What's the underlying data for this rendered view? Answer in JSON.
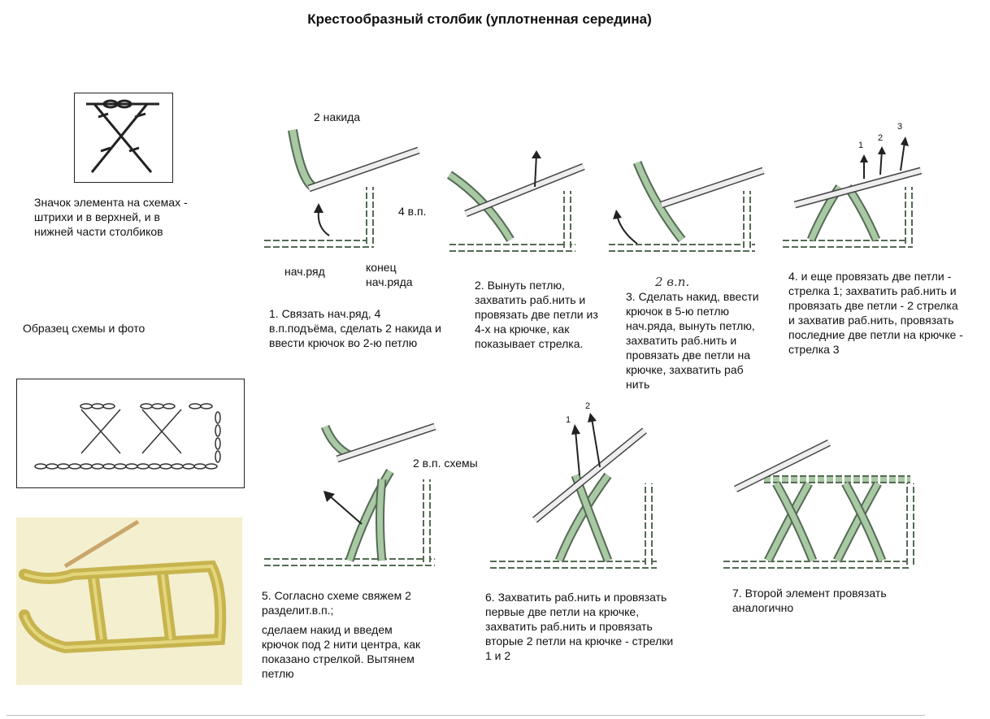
{
  "title": "Крестообразный столбик (уплотненная середина)",
  "symbol_caption": "Значок элемента на схемах -\nштрихи и в верхней, и в\nнижней части столбиков",
  "sample_caption": "Образец схемы и фото",
  "steps": [
    {
      "caption": "1. Связать нач.ряд, 4\nв.п.подъёма, сделать 2 накида и\nввести крючок во 2-ю петлю",
      "labels": {
        "yarn_overs": "2 накида",
        "chains": "4 в.п.",
        "start_row": "нач.ряд",
        "end_start_row": "конец\nнач.ряда"
      }
    },
    {
      "caption": "2. Вынуть петлю,\nзахватить раб.нить и\nпровязать две петли из\n4-х на крючке, как\nпоказывает стрелка."
    },
    {
      "caption": "3. Сделать накид, ввести\nкрючок в 5-ю петлю\nнач.ряда, вынуть петлю,\nзахватить раб.нить и\nпровязать две петли на\nкрючке, захватить раб\nнить",
      "labels": {
        "chains_handwritten": "2 в.п."
      }
    },
    {
      "caption": "4. и еще провязать две петли -\nстрелка 1; захватить раб.нить и\nпровязать две петли  - 2 стрелка\nи захватив раб.нить, провязать\nпоследние две петли на крючке -\nстрелка 3",
      "labels": {
        "arrows": [
          "1",
          "2",
          "3"
        ]
      }
    },
    {
      "caption": "5. Согласно схеме свяжем 2\nразделит.в.п.;",
      "caption2": "сделаем накид и введем\nкрючок  под 2 нити центра, как\nпоказано стрелкой. Вытянем\nпетлю",
      "labels": {
        "scheme_chains": "2  в.п. схемы"
      }
    },
    {
      "caption": "6.  Захватить раб.нить и провязать\nпервые две петли на крючке,\nзахватить раб.нить и провязать\nвторые 2 петли на крючке - стрелки\n1 и 2",
      "labels": {
        "arrows": [
          "1",
          "2"
        ]
      }
    },
    {
      "caption": "7. Второй элемент провязать\nаналогично"
    }
  ],
  "colors": {
    "yarn_green": "#a9c9a4",
    "yarn_outline": "#556b55",
    "chain_white": "#ffffff",
    "photo_yarn": "#d8c96a",
    "hook": "#eeeeee"
  }
}
